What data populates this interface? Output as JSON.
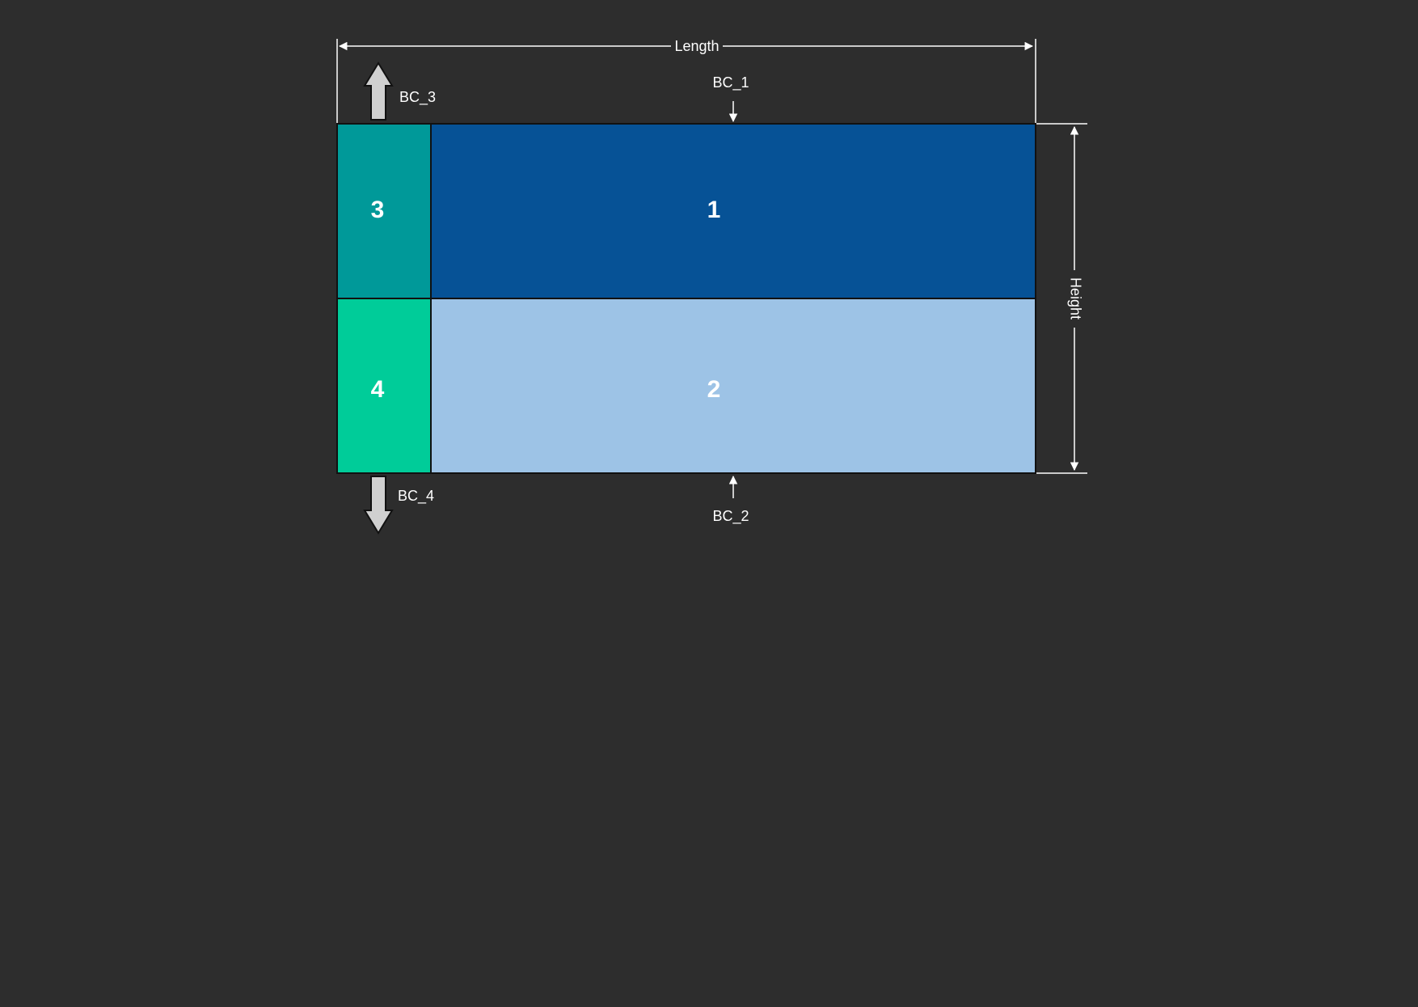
{
  "dimensions": {
    "length_label": "Length",
    "height_label": "Height"
  },
  "boundary_conditions": {
    "bc_1": "BC_1",
    "bc_2": "BC_2",
    "bc_3": "BC_3",
    "bc_4": "BC_4"
  },
  "regions": [
    {
      "id": "1",
      "label": "1",
      "color": "#065296"
    },
    {
      "id": "2",
      "label": "2",
      "color": "#9dc3e6"
    },
    {
      "id": "3",
      "label": "3",
      "color": "#009999"
    },
    {
      "id": "4",
      "label": "4",
      "color": "#00cc99"
    }
  ],
  "colors": {
    "background": "#2d2d2d",
    "lines": "#ffffff",
    "block_arrow": "#d0d0d0"
  }
}
